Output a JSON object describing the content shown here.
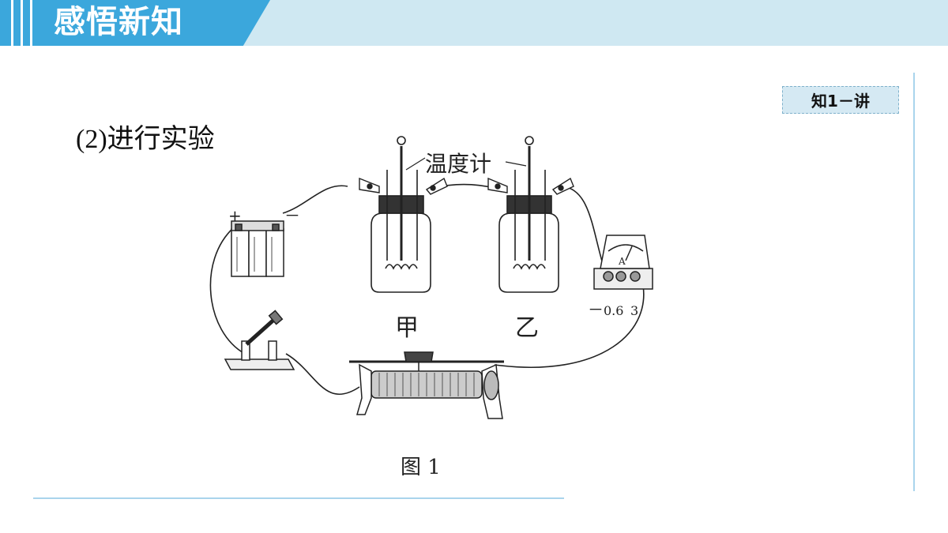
{
  "header": {
    "title": "感悟新知"
  },
  "badge": {
    "label": "知1－讲"
  },
  "section": {
    "heading": "(2)进行实验"
  },
  "diagram": {
    "thermometer_label": "温度计",
    "flask_left_label": "甲",
    "flask_right_label": "乙",
    "battery_plus": "+",
    "battery_minus": "－",
    "ammeter_letter": "A",
    "ammeter_terminals": {
      "minus": "－",
      "low": "0.6",
      "high": "3"
    },
    "caption": "图 1"
  },
  "colors": {
    "header_tab": "#3ba7dc",
    "header_bar": "#cfe8f2",
    "rule": "#a9d4ec"
  }
}
